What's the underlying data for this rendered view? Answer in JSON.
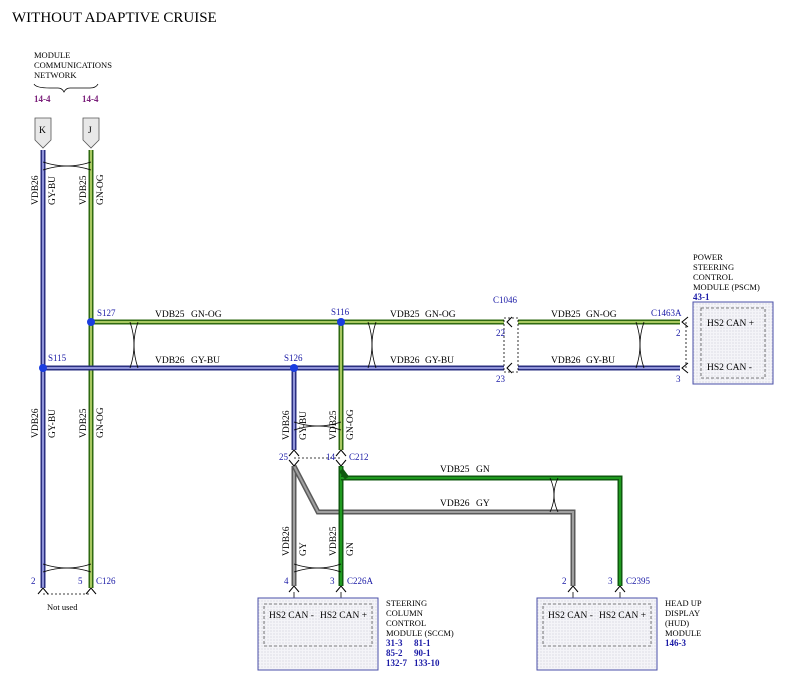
{
  "title": "WITHOUT ADAPTIVE CRUISE",
  "network": {
    "label_lines": [
      "MODULE",
      "COMMUNICATIONS",
      "NETWORK"
    ],
    "refs": [
      "14-4",
      "14-4"
    ],
    "connector_k": "K",
    "connector_j": "J"
  },
  "circuits": {
    "vdb26": "VDB26",
    "vdb25": "VDB25",
    "gy_bu": "GY-BU",
    "gn_og": "GN-OG",
    "gy": "GY",
    "gn": "GN"
  },
  "splices": {
    "s127": "S127",
    "s116": "S116",
    "s115": "S115",
    "s126": "S126"
  },
  "connectors": {
    "c1046": "C1046",
    "c1463a": "C1463A",
    "c212": "C212",
    "c126": "C126",
    "c226a": "C226A",
    "c2395": "C2395"
  },
  "pins": {
    "c1046_top": "22",
    "c1046_bot": "23",
    "c1463a_top": "2",
    "c1463a_bot": "3",
    "c212_left": "25",
    "c212_right": "14",
    "c126_left": "2",
    "c126_right": "5",
    "c226a_left": "4",
    "c226a_right": "3",
    "c2395_left": "2",
    "c2395_right": "3"
  },
  "not_used": "Not used",
  "pscm": {
    "label_lines": [
      "POWER",
      "STEERING",
      "CONTROL",
      "MODULE (PSCM)"
    ],
    "ref": "43-1",
    "can_plus": "HS2 CAN +",
    "can_minus": "HS2 CAN -"
  },
  "sccm": {
    "label_lines": [
      "STEERING",
      "COLUMN",
      "CONTROL",
      "MODULE (SCCM)"
    ],
    "refs": [
      [
        "31-3",
        "81-1"
      ],
      [
        "85-2",
        "90-1"
      ],
      [
        "132-7",
        "133-10"
      ]
    ],
    "can_minus": "HS2 CAN -",
    "can_plus": "HS2 CAN +"
  },
  "hud": {
    "label_lines": [
      "HEAD UP",
      "DISPLAY",
      "(HUD)",
      "MODULE"
    ],
    "ref": "146-3",
    "can_minus": "HS2 CAN -",
    "can_plus": "HS2 CAN +"
  },
  "colors": {
    "wire_gn_og": "#4a8a1c",
    "wire_gy_bu": "#4a4fa8",
    "wire_gn": "#1f7a1f",
    "wire_gy": "#808080",
    "splice_dot": "#1a3de0",
    "ref_text": "#1a1aa6",
    "net_ref_text": "#7a1f7a"
  }
}
